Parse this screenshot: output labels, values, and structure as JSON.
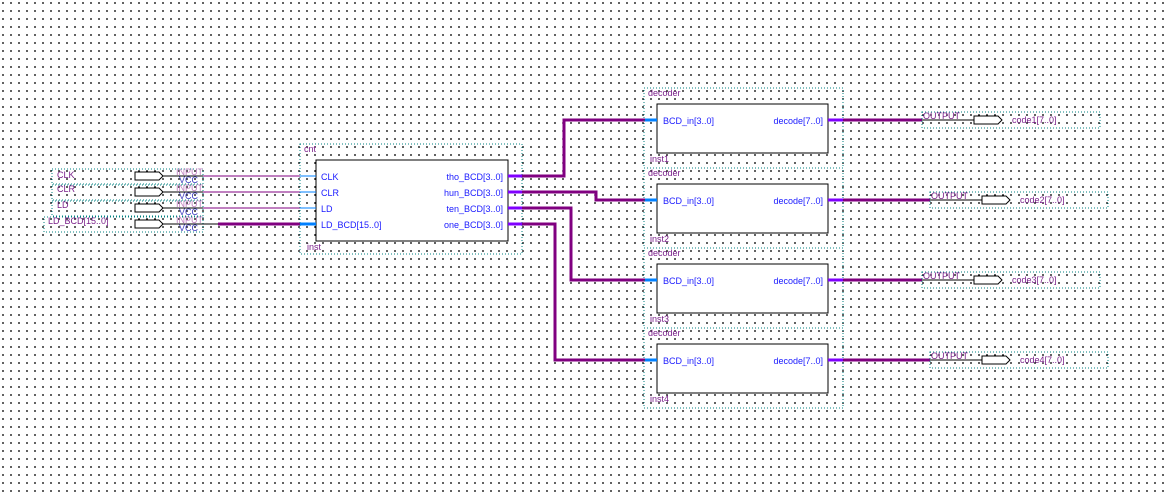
{
  "schematic": {
    "inputs": [
      {
        "name": "CLK",
        "type_label": "INPUT",
        "default_label": "VCC"
      },
      {
        "name": "CLR",
        "type_label": "INPUT",
        "default_label": "VCC"
      },
      {
        "name": "LD",
        "type_label": "INPUT",
        "default_label": "VCC"
      },
      {
        "name": "LD_BCD[15..0]",
        "type_label": "INPUT",
        "default_label": "VCC"
      }
    ],
    "counter": {
      "entity": "cnt",
      "instance": "inst",
      "in_ports": [
        "CLK",
        "CLR",
        "LD",
        "LD_BCD[15..0]"
      ],
      "out_ports": [
        "tho_BCD[3..0]",
        "hun_BCD[3..0]",
        "ten_BCD[3..0]",
        "one_BCD[3..0]"
      ]
    },
    "decoders": [
      {
        "entity": "decoder",
        "instance": "inst1",
        "in_port": "BCD_in[3..0]",
        "out_port": "decode[7..0]"
      },
      {
        "entity": "decoder",
        "instance": "inst2",
        "in_port": "BCD_in[3..0]",
        "out_port": "decode[7..0]"
      },
      {
        "entity": "decoder",
        "instance": "inst3",
        "in_port": "BCD_in[3..0]",
        "out_port": "decode[7..0]"
      },
      {
        "entity": "decoder",
        "instance": "inst4",
        "in_port": "BCD_in[3..0]",
        "out_port": "decode[7..0]"
      }
    ],
    "outputs": [
      {
        "name": "code1[7..0]",
        "type_label": "OUTPUT"
      },
      {
        "name": "code2[7..0]",
        "type_label": "OUTPUT"
      },
      {
        "name": "code3[7..0]",
        "type_label": "OUTPUT"
      },
      {
        "name": "code4[7..0]",
        "type_label": "OUTPUT"
      }
    ],
    "colors": {
      "wire": "#800080",
      "bus": "#800080",
      "pin_stub": "#0080ff",
      "out_stub": "#8000ff",
      "frame": "#008080",
      "label": "#7a1f8a",
      "port_text": "#1a1aff"
    }
  }
}
